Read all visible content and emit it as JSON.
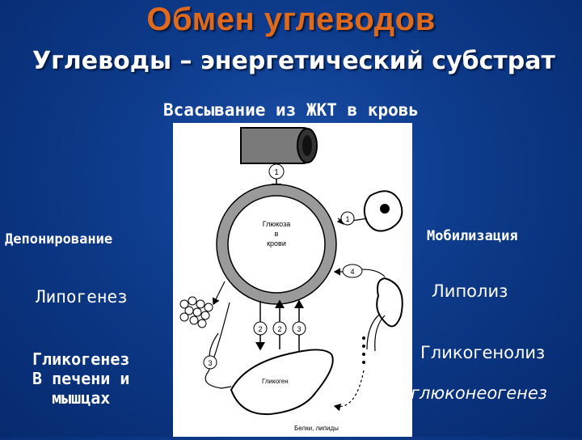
{
  "slide": {
    "title": "Обмен углеводов",
    "subtitle": "Углеводы – энергетический субстрат",
    "absorption": "Всасывание из ЖКТ в кровь"
  },
  "left_labels": {
    "deposition": "Депонирование",
    "lipogenesis": "Липогенез",
    "glycogenesis_line1": "Гликогенез",
    "glycogenesis_line2": "В печени и",
    "glycogenesis_line3": "мышцах"
  },
  "right_labels": {
    "mobilization": "Мобилизация",
    "lipolysis": "Липолиз",
    "glycogenolysis": "Гликогенолиз",
    "gluconeogenesis": "глюконеогенез"
  },
  "diagram": {
    "center_line1": "Глюкоза",
    "center_line2": "в",
    "center_line3": "крови",
    "liver_label": "Гликоген",
    "proteins_label": "Белки, липиды",
    "markers": {
      "m1_top": "1",
      "m1_right": "1",
      "m4": "4",
      "m2a": "2",
      "m2b": "2",
      "m3": "3",
      "m3_left": "3"
    }
  },
  "colors": {
    "title": "#e06a1c",
    "text": "#ffffff",
    "background": "#0d3a8a"
  }
}
